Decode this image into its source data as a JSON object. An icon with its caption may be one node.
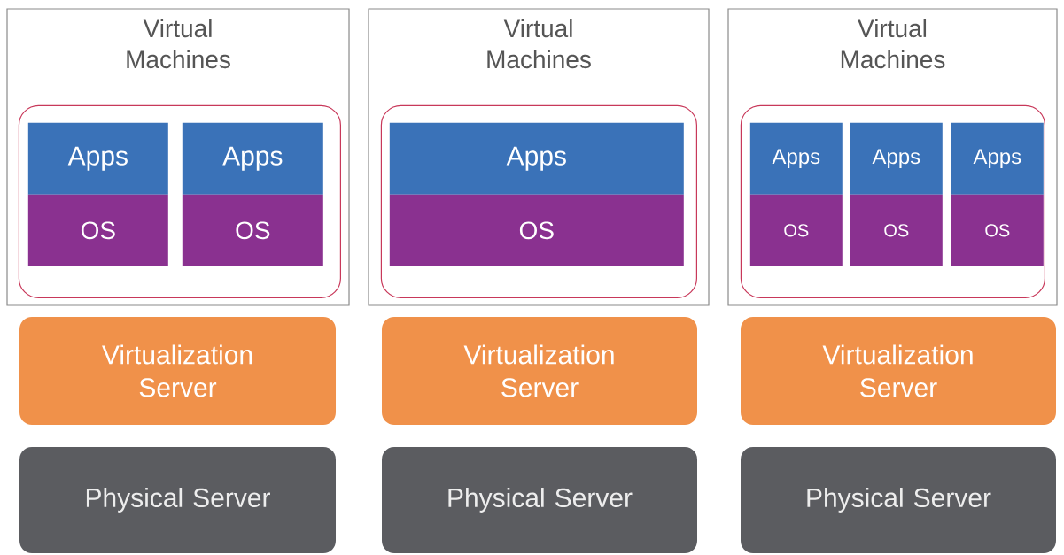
{
  "diagram": {
    "nodes": [
      {
        "text": [
          "Virtual Machines"
        ]
      },
      {
        "text": [],
        "shape": "box",
        "in": 0
      },
      {
        "text": [
          "Apps"
        ],
        "in": 1
      },
      {
        "text": [
          "OS"
        ],
        "in": 1
      },
      {
        "text": [
          "Apps"
        ],
        "in": 1
      },
      {
        "text": [
          "OS"
        ],
        "in": 1
      },
      {
        "text": [
          "Virtualization Server"
        ]
      },
      {
        "text": [
          "Physical Server"
        ]
      },
      {
        "text": [
          "Virtual Machines"
        ]
      },
      {
        "text": [],
        "shape": "box",
        "in": 8
      },
      {
        "text": [
          "Apps"
        ],
        "in": 9
      },
      {
        "text": [
          "OS"
        ],
        "in": 9
      },
      {
        "text": [
          "Virtualization Server"
        ]
      },
      {
        "text": [
          "Physical Server"
        ]
      },
      {
        "text": [
          "Virtual Machines"
        ]
      },
      {
        "text": [],
        "shape": "box",
        "in": 14
      },
      {
        "text": [
          "Apps"
        ],
        "in": 15
      },
      {
        "text": [
          "OS"
        ],
        "in": 15
      },
      {
        "text": [
          "Apps"
        ],
        "in": 15
      },
      {
        "text": [
          "OS"
        ],
        "in": 15
      },
      {
        "text": [
          "Apps"
        ],
        "in": 15
      },
      {
        "text": [
          "OS"
        ],
        "in": 15
      },
      {
        "text": [
          "Virtualization Server"
        ]
      },
      {
        "text": [
          "Physical Server"
        ]
      }
    ]
  }
}
